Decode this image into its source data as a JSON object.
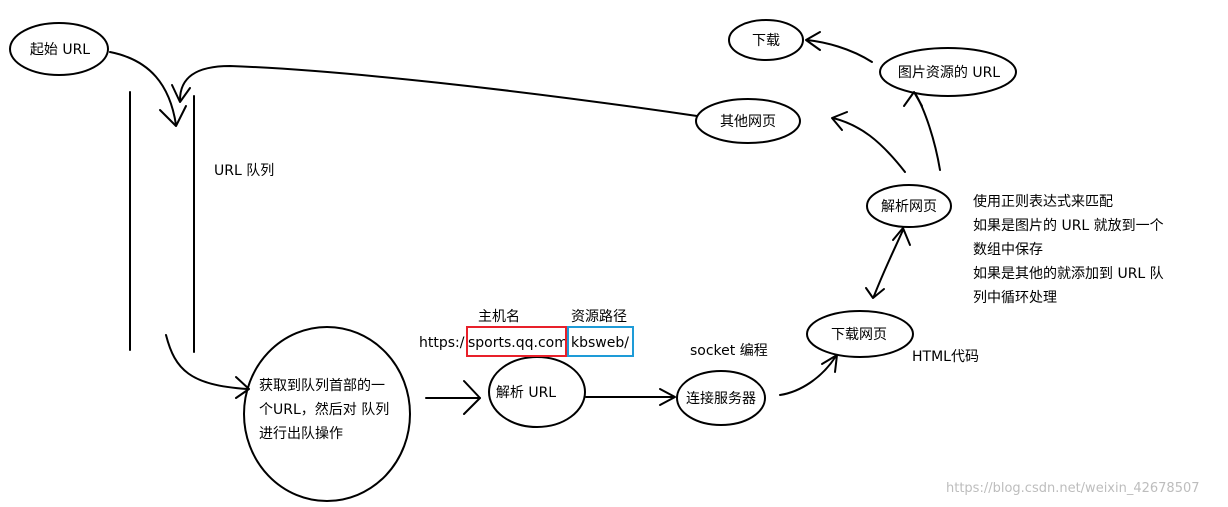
{
  "nodes": {
    "start_url": "起始 URL",
    "download": "下载",
    "image_url": "图片资源的 URL",
    "other_pages": "其他网页",
    "parse_page": "解析网页",
    "download_page": "下载网页",
    "connect_server": "连接服务器",
    "parse_url": "解析 URL",
    "dequeue": [
      "获取到队列首部的一",
      "个URL，然后对 队列",
      "进行出队操作"
    ]
  },
  "labels": {
    "url_queue": "URL 队列",
    "host_name": "主机名",
    "resource_path": "资源路径",
    "socket": "socket 编程",
    "html_code": "HTML代码",
    "url_prefix": "https:/",
    "url_host": "sports.qq.com",
    "url_path": "kbsweb/"
  },
  "note": [
    "使用正则表达式来匹配",
    "如果是图片的 URL 就放到一个",
    "数组中保存",
    "如果是其他的就添加到 URL 队",
    "列中循环处理"
  ],
  "watermark": "https://blog.csdn.net/weixin_42678507",
  "colors": {
    "host_box": "#e8202a",
    "path_box": "#1e9bd7"
  }
}
